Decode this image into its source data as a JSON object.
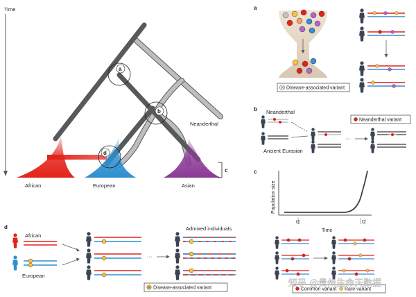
{
  "colors": {
    "african": "#e2231a",
    "european": "#2f8fd0",
    "asian": "#8b3a96",
    "tree": "#58595b",
    "neanderthal_branch": "#bcbec0",
    "variant_red": "#e2231a",
    "variant_yellow": "#f6c343"
  },
  "tree": {
    "time_label": "Time",
    "markers": [
      "a",
      "b",
      "c",
      "d"
    ],
    "populations": [
      "African",
      "European",
      "Asian"
    ],
    "neanderthal": "Neanderthal"
  },
  "panel_a": {
    "label": "a",
    "legend": "Disease-associated variant"
  },
  "panel_b": {
    "label": "b",
    "neanderthal": "Neanderthal",
    "ancient": "Ancient Eurasian",
    "legend": "Neanderthal variant"
  },
  "panel_c": {
    "label": "c",
    "ylabel": "Population size",
    "xlabel": "Time",
    "ticks": [
      "t1",
      "t2"
    ],
    "legend_common": "Common variant",
    "legend_rare": "Rare variant"
  },
  "panel_d": {
    "label": "d",
    "african": "African",
    "european": "European",
    "admixed": "Admixed individuals",
    "legend": "Disease-associated variant"
  },
  "watermark": "知乎 @贵州生命天数据"
}
